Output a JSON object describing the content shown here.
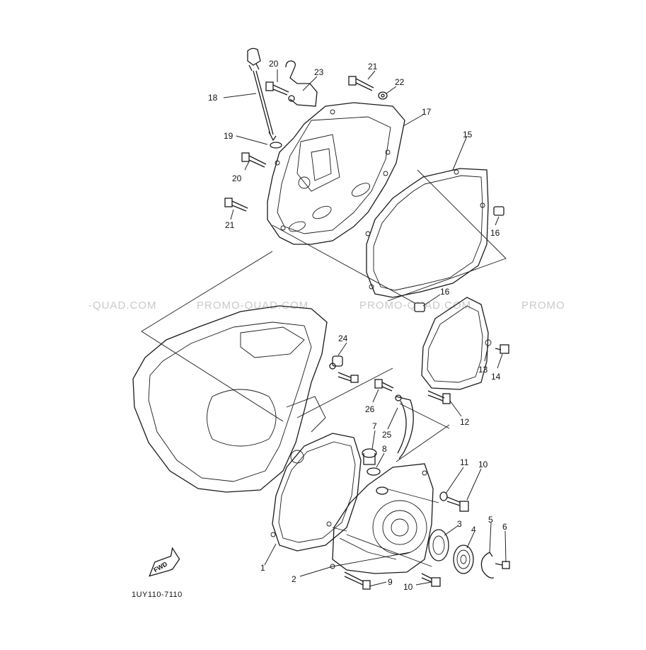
{
  "diagram_code": "1UY110-7110",
  "watermark": [
    "-QUAD.COM",
    "PROMO-QUAD.COM",
    "PROMO-QUAD.COM",
    "PROMO"
  ],
  "fwd_label": "FWD",
  "callouts": [
    "1",
    "2",
    "3",
    "4",
    "5",
    "6",
    "7",
    "8",
    "9",
    "10",
    "10",
    "11",
    "12",
    "13",
    "14",
    "15",
    "16",
    "16",
    "17",
    "18",
    "19",
    "20",
    "20",
    "21",
    "21",
    "22",
    "23",
    "24",
    "25",
    "26"
  ]
}
